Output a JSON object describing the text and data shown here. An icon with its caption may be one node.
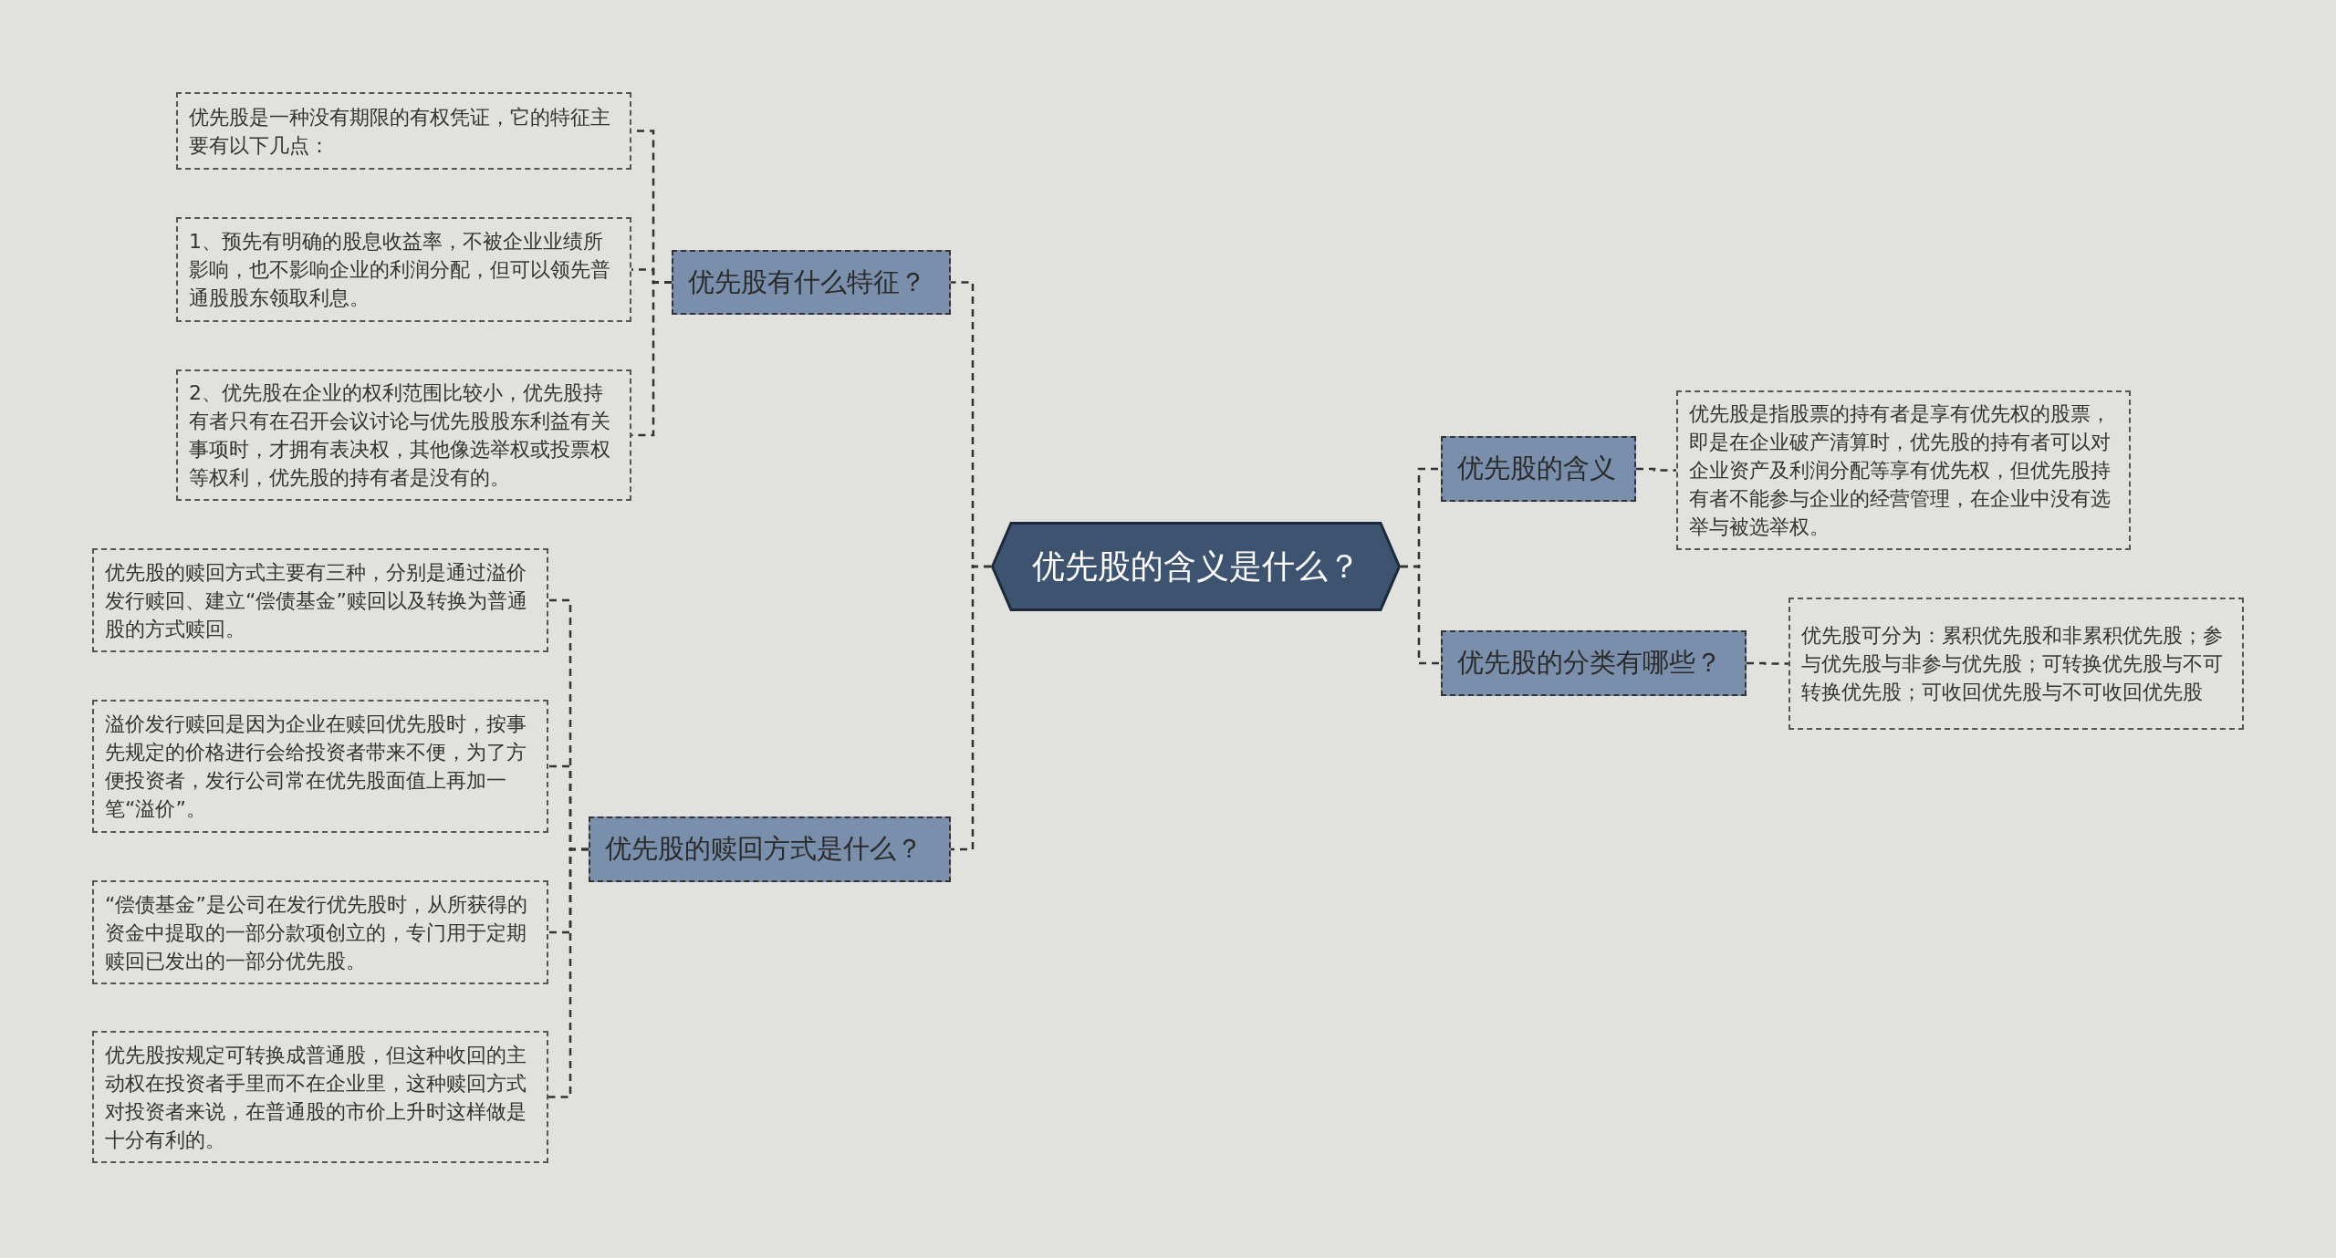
{
  "diagram": {
    "nodes": [
      {
        "text": [
          "优先股的含义是什么？"
        ]
      },
      {
        "text": [
          "优先股有什么特征？"
        ]
      },
      {
        "text": [
          "优先股是一种没有期限的有权凭证，它的特征主要有以下几点："
        ]
      },
      {
        "text": [
          "1、预先有明确的股息收益率，不被企业业绩所影响，也不影响企业的利润分配，但可以领先普通股股东领取利息。"
        ]
      },
      {
        "text": [
          "2、优先股在企业的权利范围比较小，优先股持有者只有在召开会议讨论与优先股股东利益有关事项时，才拥有表决权，其他像选举权或投票权等权利，优先股的持有者是没有的。"
        ]
      },
      {
        "text": [
          "优先股的赎回方式是什么？"
        ]
      },
      {
        "text": [
          "优先股的赎回方式主要有三种，分别是通过溢价发行赎回、建立“偿债基金”赎回以及转换为普通股的方式赎回。"
        ]
      },
      {
        "text": [
          "溢价发行赎回是因为企业在赎回优先股时，按事先规定的价格进行会给投资者带来不便，为了方便投资者，发行公司常在优先股面值上再加一笔“溢价”。"
        ]
      },
      {
        "text": [
          "“偿债基金”是公司在发行优先股时，从所获得的资金中提取的一部分款项创立的，专门用于定期赎回已发出的一部分优先股。"
        ]
      },
      {
        "text": [
          "优先股按规定可转换成普通股，但这种收回的主动权在投资者手里而不在企业里，这种赎回方式对投资者来说，在普通股的市价上升时这样做是十分有利的。"
        ]
      },
      {
        "text": [
          "优先股的含义"
        ]
      },
      {
        "text": [
          "优先股是指股票的持有者是享有优先权的股票，即是在企业破产清算时，优先股的持有者可以对企业资产及利润分配等享有优先权，但优先股持有者不能参与企业的经营管理，在企业中没有选举与被选举权。"
        ]
      },
      {
        "text": [
          "优先股的分类有哪些？"
        ]
      },
      {
        "text": [
          "优先股可分为：累积优先股和非累积优先股；参与优先股与非参与优先股；可转换优先股与不可转换优先股；可收回优先股与不可收回优先股"
        ]
      }
    ],
    "edges": [
      {
        "from": 0,
        "to": 1,
        "arrow": "none",
        "style": "dashed"
      },
      {
        "from": 1,
        "to": 2,
        "arrow": "none",
        "style": "dashed"
      },
      {
        "from": 1,
        "to": 3,
        "arrow": "none",
        "style": "dashed"
      },
      {
        "from": 1,
        "to": 4,
        "arrow": "none",
        "style": "dashed"
      },
      {
        "from": 0,
        "to": 5,
        "arrow": "none",
        "style": "dashed"
      },
      {
        "from": 5,
        "to": 6,
        "arrow": "none",
        "style": "dashed"
      },
      {
        "from": 5,
        "to": 7,
        "arrow": "none",
        "style": "dashed"
      },
      {
        "from": 5,
        "to": 8,
        "arrow": "none",
        "style": "dashed"
      },
      {
        "from": 5,
        "to": 9,
        "arrow": "none",
        "style": "dashed"
      },
      {
        "from": 0,
        "to": 10,
        "arrow": "none",
        "style": "dashed"
      },
      {
        "from": 10,
        "to": 11,
        "arrow": "none",
        "style": "dashed"
      },
      {
        "from": 0,
        "to": 12,
        "arrow": "none",
        "style": "dashed"
      },
      {
        "from": 12,
        "to": 13,
        "arrow": "none",
        "style": "dashed"
      }
    ]
  }
}
